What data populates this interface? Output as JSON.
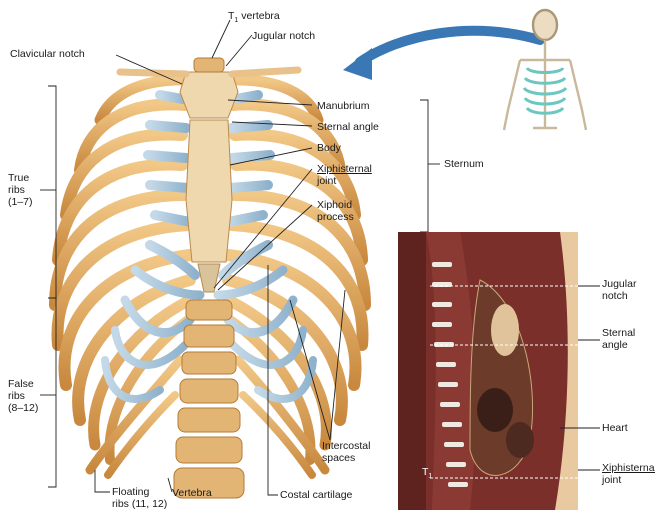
{
  "labels": {
    "t1_vertebra": "T",
    "t1_vertebra_sub": "1",
    "t1_vertebra_rest": " vertebra",
    "jugular_notch_top": "Jugular notch",
    "clavicular_notch": "Clavicular notch",
    "manubrium": "Manubrium",
    "sternal_angle": "Sternal angle",
    "body": "Body",
    "xiphisternal_joint_1": "Xiphisternal",
    "xiphisternal_joint_2": "joint",
    "sternum": "Sternum",
    "xiphoid_process_1": "Xiphoid",
    "xiphoid_process_2": "process",
    "true_ribs_1": "True",
    "true_ribs_2": "ribs",
    "true_ribs_3": "(1–7)",
    "false_ribs_1": "False",
    "false_ribs_2": "ribs",
    "false_ribs_3": "(8–12)",
    "intercostal_spaces_1": "Intercostal",
    "intercostal_spaces_2": "spaces",
    "costal_cartilage": "Costal cartilage",
    "floating_ribs_1": "Floating",
    "floating_ribs_2": "ribs (11, 12)",
    "vertebra_1": "Vertebra",
    "jugular_notch_right_1": "Jugular",
    "jugular_notch_right_2": "notch",
    "sternal_angle_right_1": "Sternal",
    "sternal_angle_right_2": "angle",
    "heart": "Heart",
    "xiphisternal_joint_right_1": "Xiphisternal",
    "xiphisternal_joint_right_2": "joint",
    "t1_photo": "T",
    "t1_photo_sub": "1"
  },
  "colors": {
    "bone": "#e6b36b",
    "bone_dark": "#b97c34",
    "cartilage": "#a9c6dc",
    "sternum": "#efd7ae",
    "spine": "#e0b070",
    "arrow": "#3a78b5",
    "photo_bg": "#7a2f2a",
    "skeleton_rib": "#6cc7c0"
  }
}
